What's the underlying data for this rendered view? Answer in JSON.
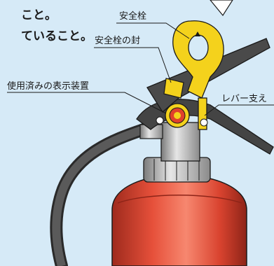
{
  "instructions": {
    "line1": "こと。",
    "line2": "ていること。"
  },
  "labels": {
    "safety_pin": "安全栓",
    "safety_pin_seal": "安全栓の封",
    "used_indicator": "使用済みの表示装置",
    "lever_support": "レバー支え"
  },
  "colors": {
    "panel": "#d6eaf7",
    "pin_yellow": "#f4d21c",
    "cylinder_red": "#d9432f",
    "metal_gray": "#a9a9a9",
    "hose_dark": "#3b3b3b"
  }
}
